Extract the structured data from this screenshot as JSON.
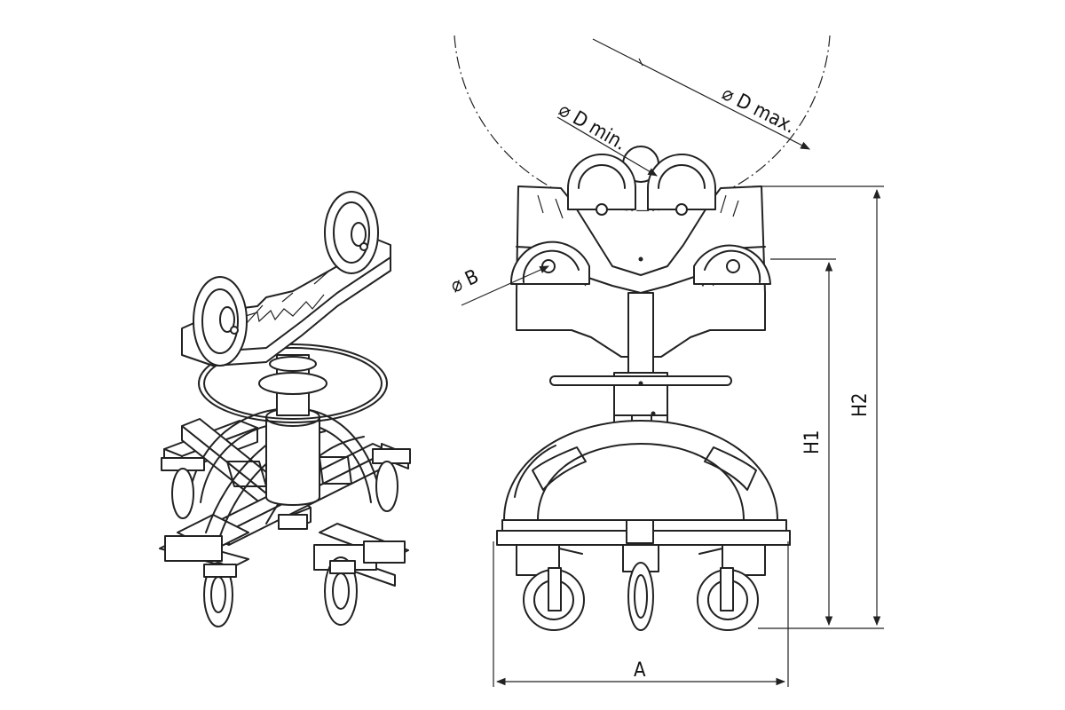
{
  "labels": {
    "d_min": "⌀ D min.",
    "d_max": "⌀ D max.",
    "d_b": "⌀ B",
    "width": "A",
    "height_h1": "H1",
    "height_h2": "H2"
  },
  "colors": {
    "line": "#222222",
    "background": "#ffffff"
  }
}
